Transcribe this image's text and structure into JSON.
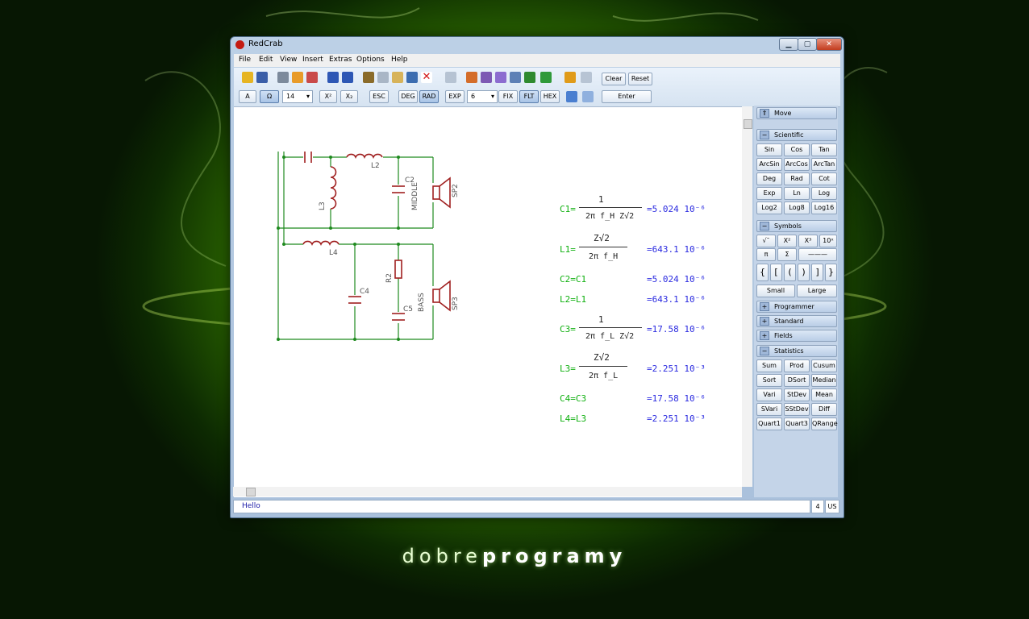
{
  "window": {
    "title": "RedCrab"
  },
  "menu": [
    "File",
    "Edit",
    "View",
    "Insert",
    "Extras",
    "Options",
    "Help"
  ],
  "toolbar": {
    "clear": "Clear",
    "reset": "Reset",
    "enter": "Enter",
    "font_a": "A",
    "omega": "Ω",
    "font_size": "14",
    "sup": "X²",
    "sub": "X₂",
    "esc": "ESC",
    "deg": "DEG",
    "rad": "RAD",
    "exp": "EXP",
    "digits": "6",
    "fix": "FIX",
    "flt": "FLT",
    "hex": "HEX"
  },
  "panel": {
    "move": "Move",
    "scientific": {
      "header": "Scientific",
      "buttons": [
        "Sin",
        "Cos",
        "Tan",
        "ArcSin",
        "ArcCos",
        "ArcTan",
        "Deg",
        "Rad",
        "Cot",
        "Exp",
        "Ln",
        "Log",
        "Log2",
        "Log8",
        "Log16"
      ]
    },
    "symbols": {
      "header": "Symbols",
      "row1": [
        "√¯",
        "X²",
        "X³",
        "10ˣ"
      ],
      "row2": [
        "π",
        "Σ",
        "———"
      ],
      "brackets": [
        "{",
        "[",
        "(",
        ")",
        "]",
        "}"
      ],
      "small": "Small",
      "large": "Large"
    },
    "programmer": "Programmer",
    "standard": "Standard",
    "fields": "Fields",
    "statistics": {
      "header": "Statistics",
      "buttons": [
        "Sum",
        "Prod",
        "Cusum",
        "Sort",
        "DSort",
        "Median",
        "Vari",
        "StDev",
        "Mean",
        "SVari",
        "SStDev",
        "Diff",
        "Quart1",
        "Quart3",
        "QRange"
      ]
    }
  },
  "circuit": {
    "labels": [
      "L2",
      "C2",
      "MIDDLE",
      "SP2",
      "L3",
      "L4",
      "R2",
      "C4",
      "BASS",
      "C5",
      "SP3"
    ]
  },
  "formulas": {
    "c1_lhs": "C1=",
    "c1_num": "1",
    "c1_den": "2π f_H Z√2",
    "c1_res": "=5.024 10⁻⁶",
    "l1_lhs": "L1=",
    "l1_num": "Z√2",
    "l1_den": "2π f_H",
    "l1_res": "=643.1 10⁻⁶",
    "c2": "C2=C1",
    "c2_res": "=5.024 10⁻⁶",
    "l2": "L2=L1",
    "l2_res": "=643.1 10⁻⁶",
    "c3_lhs": "C3=",
    "c3_num": "1",
    "c3_den": "2π f_L Z√2",
    "c3_res": "=17.58 10⁻⁶",
    "l3_lhs": "L3=",
    "l3_num": "Z√2",
    "l3_den": "2π f_L",
    "l3_res": "=2.251 10⁻³",
    "c4": "C4=C3",
    "c4_res": "=17.58 10⁻⁶",
    "l4": "L4=L3",
    "l4_res": "=2.251 10⁻³"
  },
  "status": {
    "text": "Hello",
    "num": "4",
    "locale": "US"
  },
  "brand": {
    "light": "dobre",
    "bold": "programy"
  }
}
